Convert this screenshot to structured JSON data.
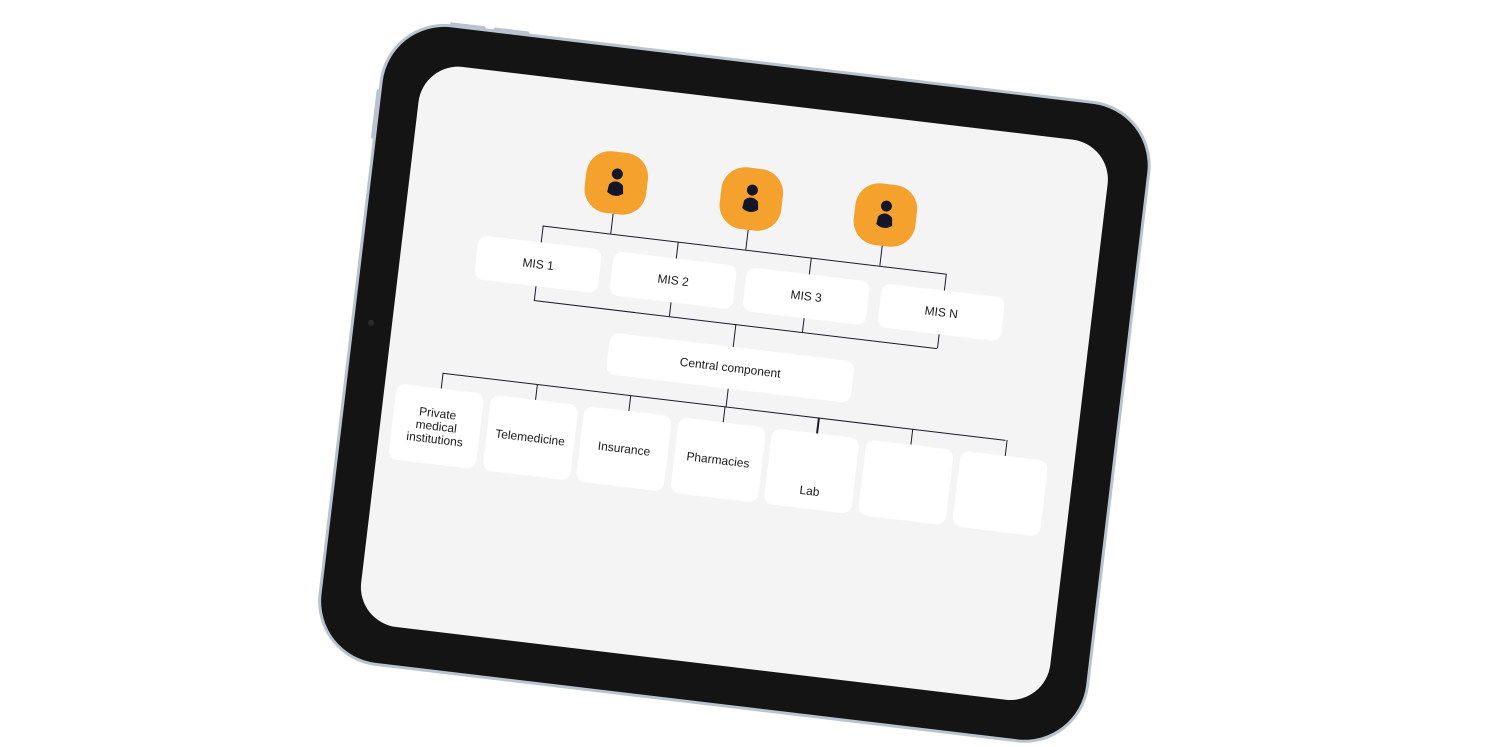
{
  "users": [
    {
      "icon": "person-icon"
    },
    {
      "icon": "person-icon"
    },
    {
      "icon": "person-icon"
    }
  ],
  "mis": [
    "MIS 1",
    "MIS 2",
    "MIS 3",
    "MIS N"
  ],
  "central": "Central component",
  "consumers": [
    "Private medical institutions",
    "Telemedicine",
    "Insurance",
    "Pharmacies",
    "Lab",
    "",
    ""
  ],
  "colors": {
    "accent": "#f4a12e",
    "frame": "#141414",
    "screen": "#f4f4f4"
  }
}
